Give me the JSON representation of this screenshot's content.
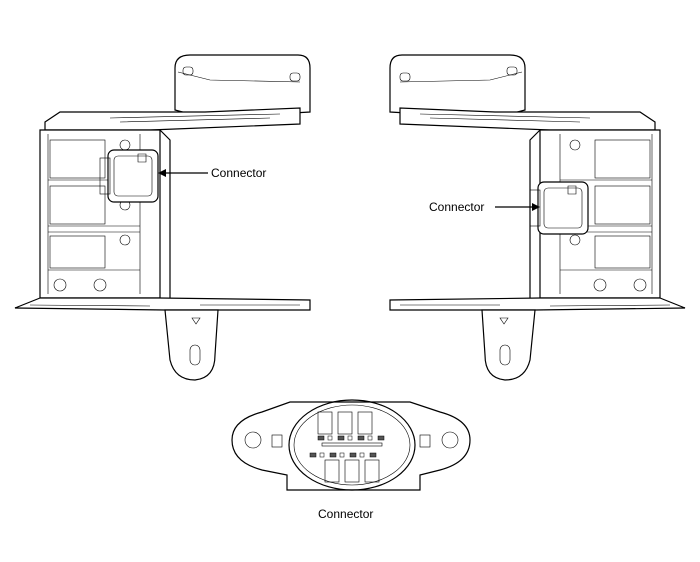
{
  "labels": {
    "left_connector": "Connector",
    "right_connector": "Connector",
    "bottom_connector": "Connector"
  }
}
